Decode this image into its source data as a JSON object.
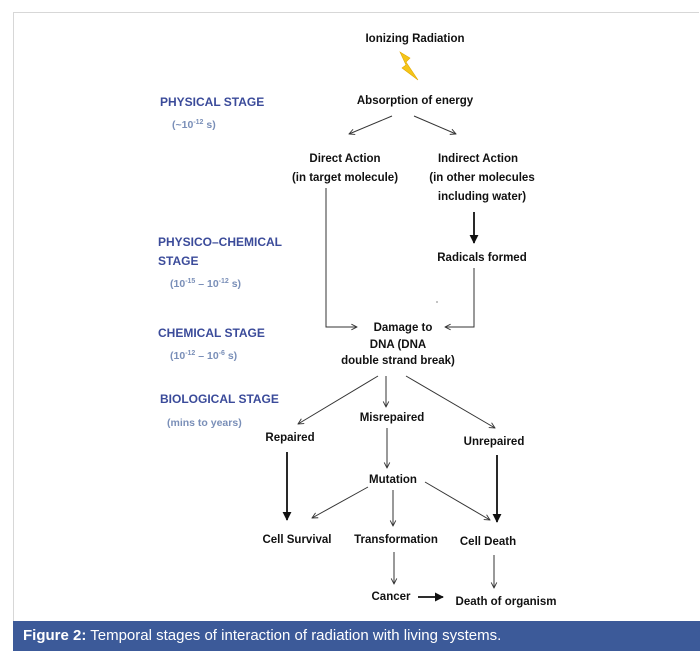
{
  "nodes": {
    "source": "Ionizing Radiation",
    "absorption": "Absorption of energy",
    "direct_line1": "Direct Action",
    "direct_line2": "(in target molecule)",
    "indirect_line1": "Indirect Action",
    "indirect_line2": "(in other molecules",
    "indirect_line3": "including water)",
    "radicals": "Radicals formed",
    "damage_line1": "Damage to",
    "damage_line2": "DNA (DNA",
    "damage_line3": "double strand break)",
    "repaired": "Repaired",
    "misrepaired": "Misrepaired",
    "unrepaired": "Unrepaired",
    "mutation": "Mutation",
    "cell_survival": "Cell Survival",
    "transformation": "Transformation",
    "cell_death": "Cell Death",
    "cancer": "Cancer",
    "death_of_organism": "Death of organism"
  },
  "stages": {
    "physical": {
      "name": "PHYSICAL STAGE",
      "time_prefix": "(~10",
      "time_exp": "-12",
      "time_suffix": " s)"
    },
    "physico_chemical": {
      "name_line1": "PHYSICO–CHEMICAL",
      "name_line2": "STAGE",
      "time_a_base": "(10",
      "time_a_exp": "-15",
      "time_mid": " – 10",
      "time_b_exp": "-12",
      "time_suffix": " s)"
    },
    "chemical": {
      "name": "CHEMICAL STAGE",
      "time_a_base": "(10",
      "time_a_exp": "-12",
      "time_mid": " – 10",
      "time_b_exp": "-6",
      "time_suffix": " s)"
    },
    "biological": {
      "name": "BIOLOGICAL STAGE",
      "time": "(mins  to years)"
    }
  },
  "icons": {
    "bolt": "lightning-bolt-icon"
  },
  "colors": {
    "stage_name": "#3b4b9a",
    "stage_time": "#7a8fb8",
    "bolt": "#f5c518",
    "caption_bg": "#3c5a99"
  },
  "caption": {
    "label": "Figure 2:",
    "text": " Temporal stages of interaction of radiation with living systems."
  }
}
